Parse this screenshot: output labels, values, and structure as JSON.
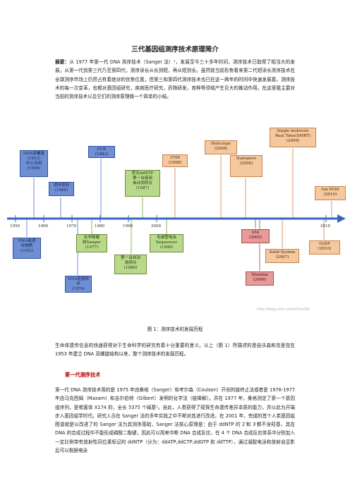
{
  "title": "三代基因组测序技术原理简介",
  "abstract": {
    "label": "摘要：",
    "text": "从 1977 年第一代 DNA 测序技术（Sanger 法）¹，发展至今三十多年时间，测序技术已取得了相当大的发展，从第一代到第三代乃至第四代，测序读长从长到短，再从短到长。虽然就当前形势看来第二代短读长测序技术在全球测序市场上仍然占有着绝对的优势位置，但第三和第四代测序技术也已在这一两年的时间中快速发展着。测序技术的每一次变革，也都对基因组研究，疾病医疗研究，药物研发，育种等领域产生巨大的推动作用。在这里我主要对当前的测序技术以及它们的测序原理做一个简单的小结。"
  },
  "timeline": {
    "years": [
      "1950",
      "1960",
      "1970",
      "1980",
      "1990",
      "2000",
      "2010"
    ],
    "events": [
      {
        "id": "dna-double-helix",
        "label": "DNA双螺旋\n(1953)\n中心法则\n(1958)",
        "color": "blue"
      },
      {
        "id": "genetic-code",
        "label": "遗传密码\n(1966)",
        "color": "blue"
      },
      {
        "id": "pcr",
        "label": "PCR\n(1983)",
        "color": "blue"
      },
      {
        "id": "fluorescent-ddntp",
        "label": "荧光ddNTP\n第一台商用\n自动测序仪\n(1987)",
        "color": "green"
      },
      {
        "id": "3700",
        "label": "3700\n(1998)",
        "color": "orange"
      },
      {
        "id": "helicospe",
        "label": "Helicospe\n(2008)",
        "color": "orange"
      },
      {
        "id": "nanopore",
        "label": "Nanopore\n(2008)",
        "color": "orange"
      },
      {
        "id": "smrt",
        "label": "Single molecule\nReal Time(SMRT)\n(2009)",
        "color": "orange"
      },
      {
        "id": "ion-pgm",
        "label": "Ion PGM\n(2010)",
        "color": "orange"
      },
      {
        "id": "dna-genetic-material",
        "label": "DNA是遗\n传物质\n(1952)",
        "color": "blue"
      },
      {
        "id": "chemical-degradation",
        "label": "化学降解\n和Sanger\n(1977)",
        "color": "green"
      },
      {
        "id": "first-auto-sequencer",
        "label": "第一台自动\n测序仪\n(1986)",
        "color": "green"
      },
      {
        "id": "dna-ligation",
        "label": "DNA连接技\n术\n(1974)",
        "color": "blue"
      },
      {
        "id": "capillary",
        "label": "毛细管电泳\nSequencer\n(1996)",
        "color": "green"
      },
      {
        "id": "454",
        "label": "454\n(2005)",
        "color": "pink"
      },
      {
        "id": "solid",
        "label": "Solid System\n(2007)",
        "color": "orange"
      },
      {
        "id": "illumina",
        "label": "Illumina\n(2006)",
        "color": "pink"
      },
      {
        "id": "gexp",
        "label": "GeXP\n(2010)",
        "color": "orange"
      }
    ],
    "watermark": "http://blog.csdn.net/rs01ev09"
  },
  "caption": "图 1：测序技术的发展历程",
  "intro": "生命体遗传信息的快速获得对于生命科学的研究有着十分重要的意义。以上（图 1）所描述的是自沃森和克里克在 1953 年建立 DNA 双螺旋结构以来，整个测序技术的发展历程。",
  "section1": {
    "heading": "第一代测序技术",
    "text": "第一代 DNA 测序技术用的是 1975 年由桑格（Sanger）和考尔森（Coulson）开创的链终止法或者是 1976-1977 年由马克西姆（Maxam）和吉尔伯特（Gilbert）发明的化学法（链降解）。并在 1977 年，桑格测定了第一个基因组序列，是噬菌体 X174 的，全长 5375 个碱基¹。自此，人类获得了窥探生命遗传差异本质的能力，并以此为开端步入基因组学时代。研究人员在 Sanger 法的多年实践之中不断对其进行改进。在 2001 年，完成的首个人类基因组图谱就是以改进了的 Sanger 法为其测序基础，Sanger 法核心原理是：由于 ddNTP 的 2′和 3′都不含羟基，其在 DNA 的合成过程中不能形成磷酸二酯键，因此可以用来中断 DNA 合成反应，在 4 个 DNA 合成反应体系中分别加入一定比例带有放射性同位素标记的 ddNTP（分为：ddATP,ddCTP,ddGTP 和 ddTTP），通过凝胶电泳和放射自显影后可以根据电泳"
  }
}
